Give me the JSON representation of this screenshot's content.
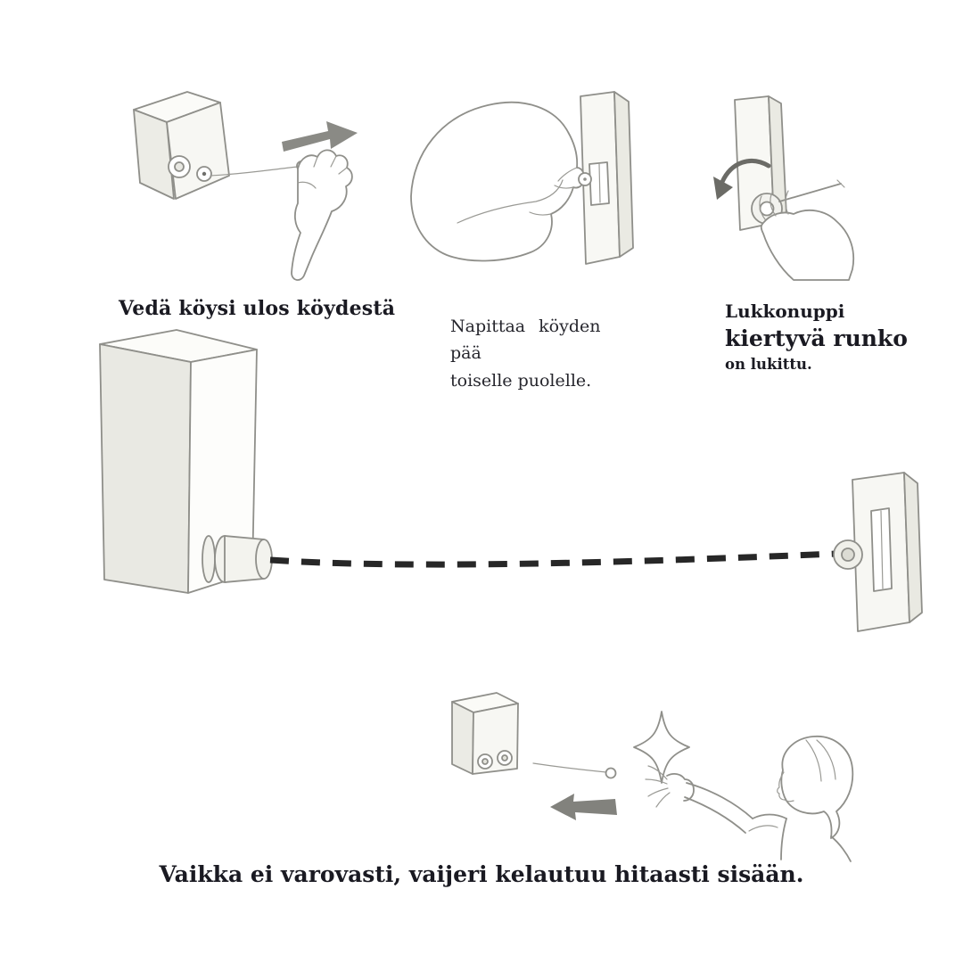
{
  "colors": {
    "text": "#1a1a22",
    "sketch_line": "#8f8f8a",
    "arrow_gray": "#82827d",
    "cable_dash": "#272727"
  },
  "steps": [
    {
      "caption": "Vedä köysi ulos köydestä",
      "illustration": "hand-pulling-cord-out-of-wall-unit-with-right-arrow"
    },
    {
      "caption_line1": "Napittaa köyden pää",
      "caption_line2": "toiselle puolelle.",
      "illustration": "hand-snapping-cord-end-into-opposite-bracket"
    },
    {
      "caption_line1": "Lukkonuppi",
      "caption_line2": "kiertyvä runko",
      "caption_line3": "on lukittu.",
      "illustration": "hand-turning-lock-knob-with-curved-arrow"
    }
  ],
  "main_diagram": {
    "illustration": "cable-stretched-from-wall-unit-to-opposite-bracket"
  },
  "footer": {
    "caption": "Vaikka ei varovasti, vaijeri kelautuu hitaasti sisään.",
    "illustration": "cable-recoiling-slowly-person-releasing"
  }
}
